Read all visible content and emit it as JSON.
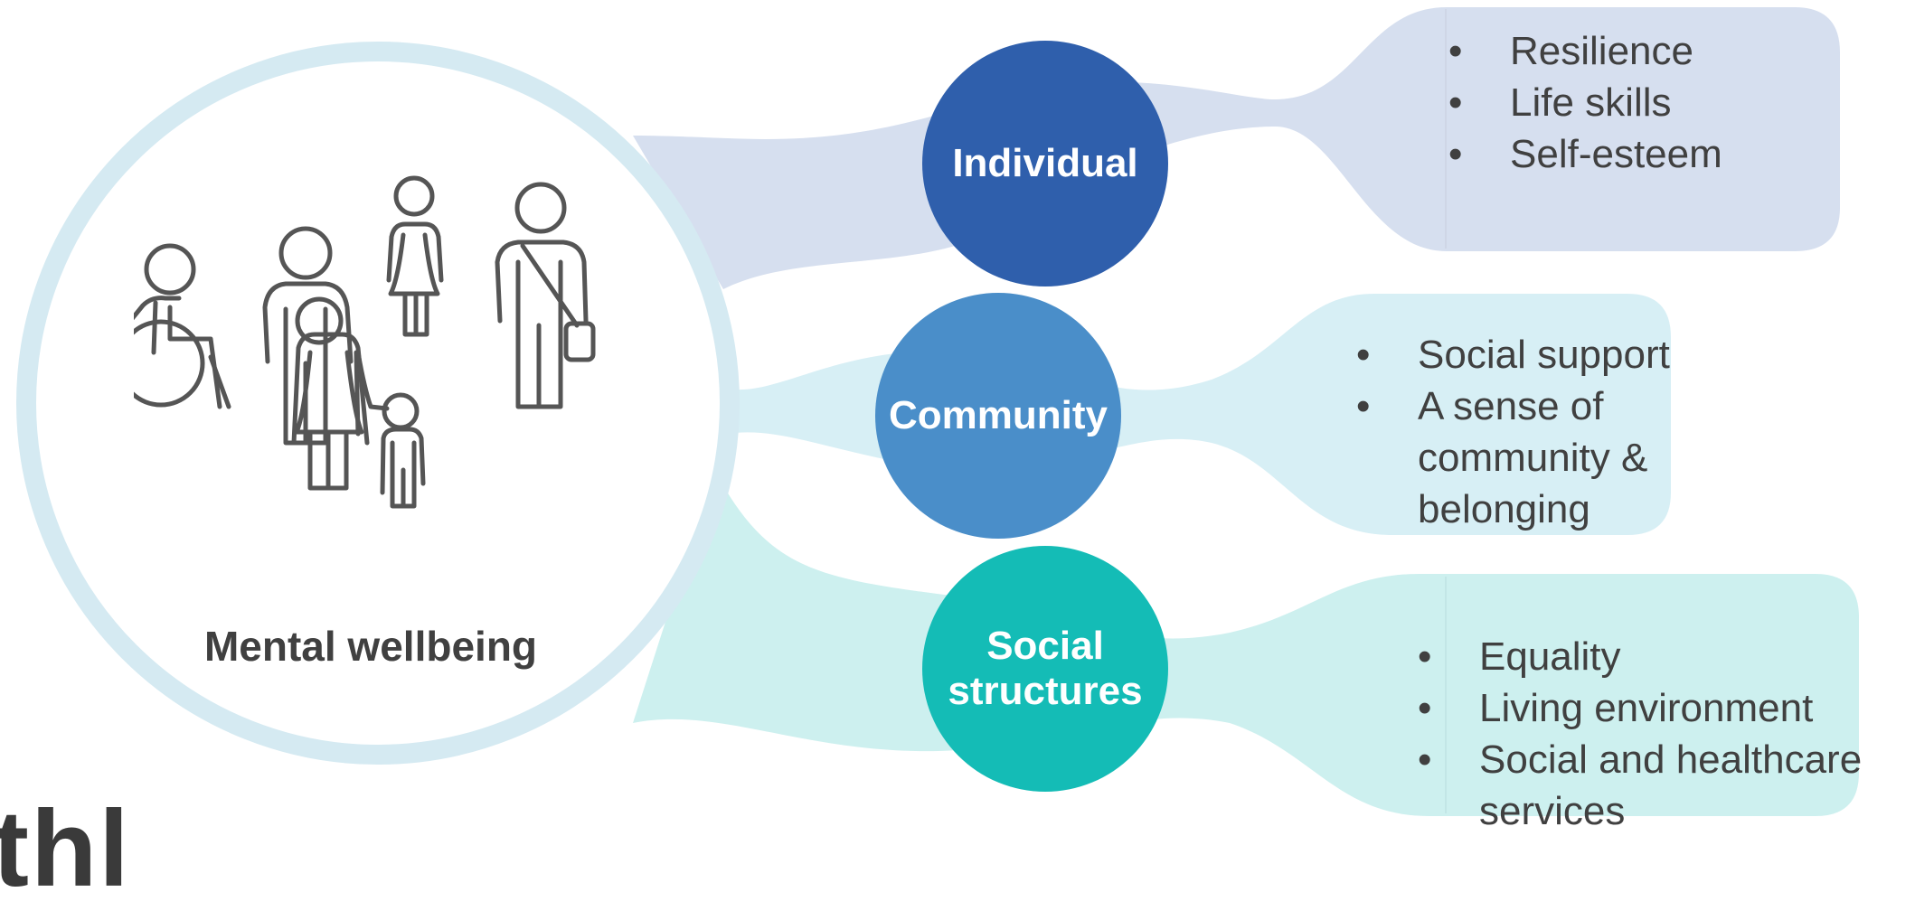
{
  "center": {
    "label": "Mental wellbeing",
    "icon": "people-group-icon"
  },
  "nodes": [
    {
      "label": "Individual",
      "color": "#2f5fac",
      "items": [
        "Resilience",
        "Life skills",
        "Self-esteem"
      ]
    },
    {
      "label": "Community",
      "color": "#4a8ec9",
      "items": [
        "Social support",
        "A sense of community & belonging"
      ]
    },
    {
      "label": "Social structures",
      "color": "#14bcb6",
      "items": [
        "Equality",
        "Living environment",
        "Social and healthcare services"
      ]
    }
  ],
  "colors": {
    "ring": "#d5eaf2",
    "panel_individual": "#d6dfef",
    "panel_community": "#d7eff5",
    "panel_social": "#cdf0ef",
    "icon_stroke": "#555555",
    "text": "#404040"
  },
  "logo": {
    "text": "thl"
  }
}
